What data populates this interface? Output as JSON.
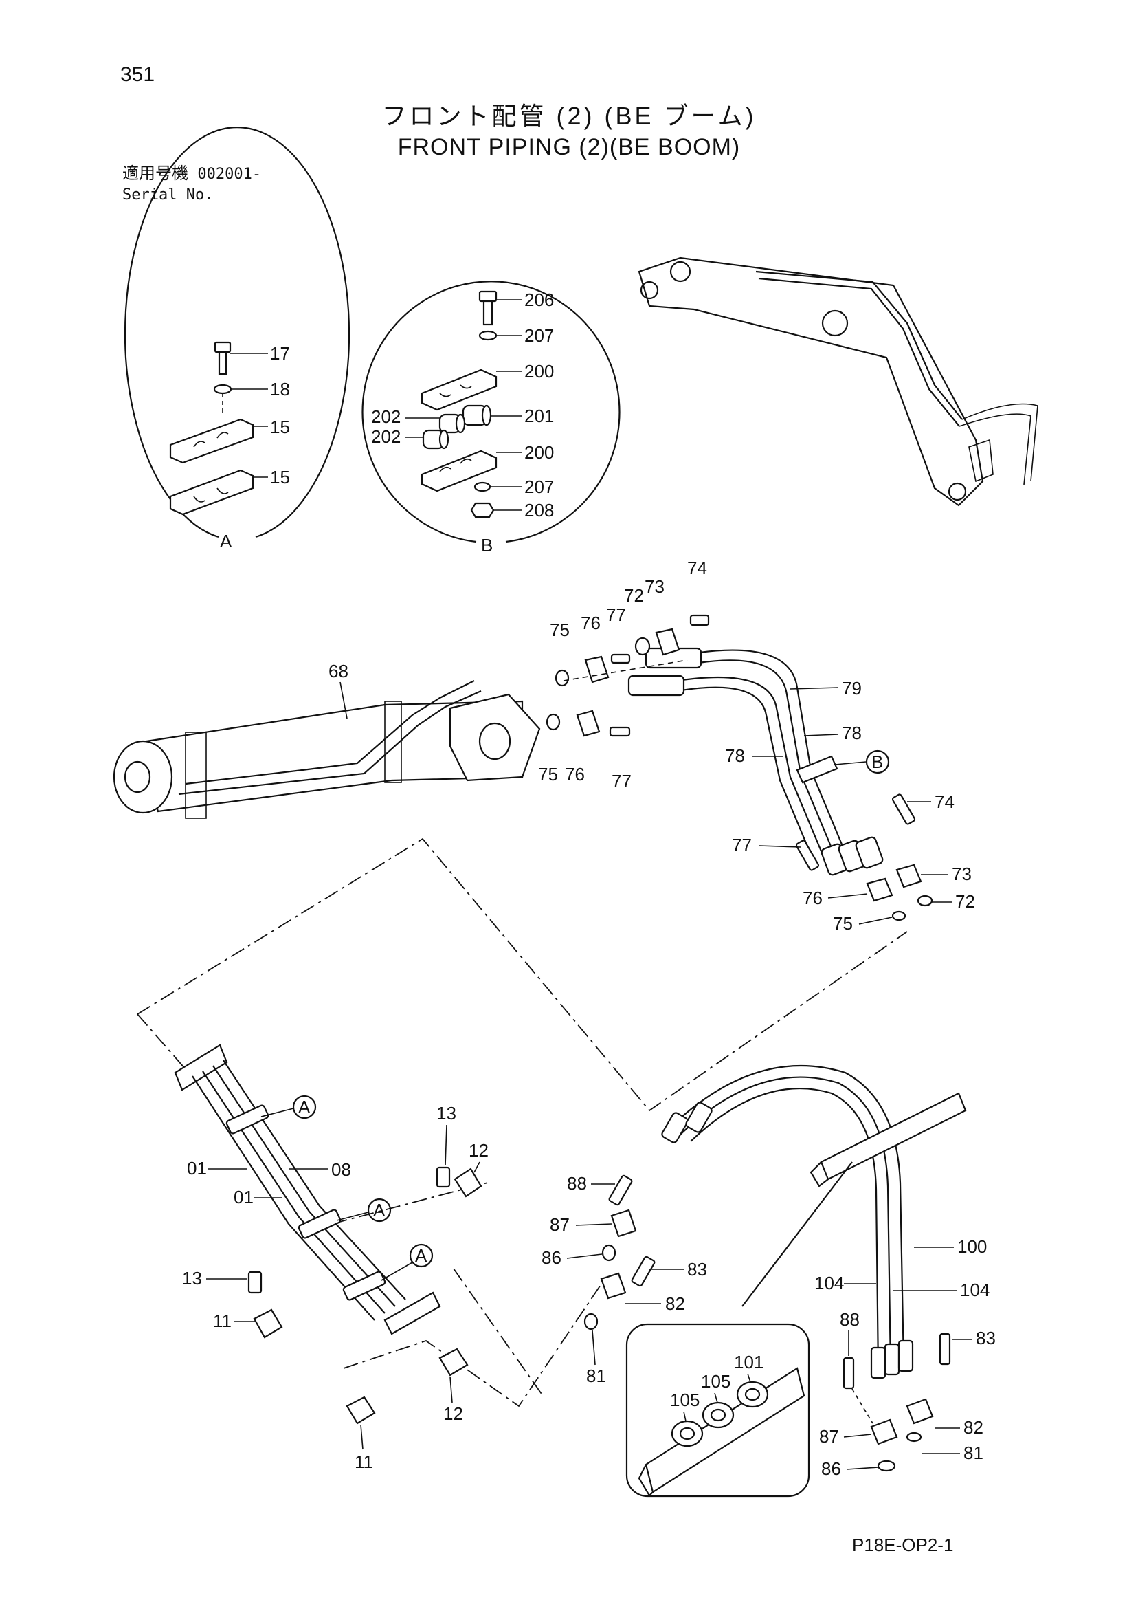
{
  "page_number": "351",
  "title_jp": "フロント配管 (2) (BE ブーム)",
  "title_en": "FRONT PIPING (2)(BE BOOM)",
  "serial": {
    "label_jp": "適用号機",
    "value": "002001-",
    "label_en": "Serial No."
  },
  "footer_code": "P18E-OP2-1",
  "detail_views": [
    "A",
    "B"
  ],
  "callouts": {
    "detail_a": [
      "17",
      "18",
      "15",
      "15"
    ],
    "detail_b": [
      "206",
      "207",
      "200",
      "202",
      "201",
      "202",
      "200",
      "207",
      "208"
    ],
    "cylinder": [
      "68",
      "75",
      "76",
      "77",
      "72",
      "73",
      "74",
      "79",
      "75",
      "76",
      "77",
      "78",
      "78"
    ],
    "tube_ends": [
      "74",
      "77",
      "73",
      "76",
      "72",
      "75"
    ],
    "left_group": [
      "13",
      "12",
      "01",
      "08",
      "01",
      "13",
      "11",
      "11",
      "12"
    ],
    "center_group": [
      "88",
      "87",
      "86",
      "83",
      "82",
      "81"
    ],
    "right_group": [
      "100",
      "104",
      "104",
      "88",
      "83",
      "87",
      "82",
      "86",
      "81"
    ],
    "inset": [
      "101",
      "105",
      "105"
    ]
  }
}
